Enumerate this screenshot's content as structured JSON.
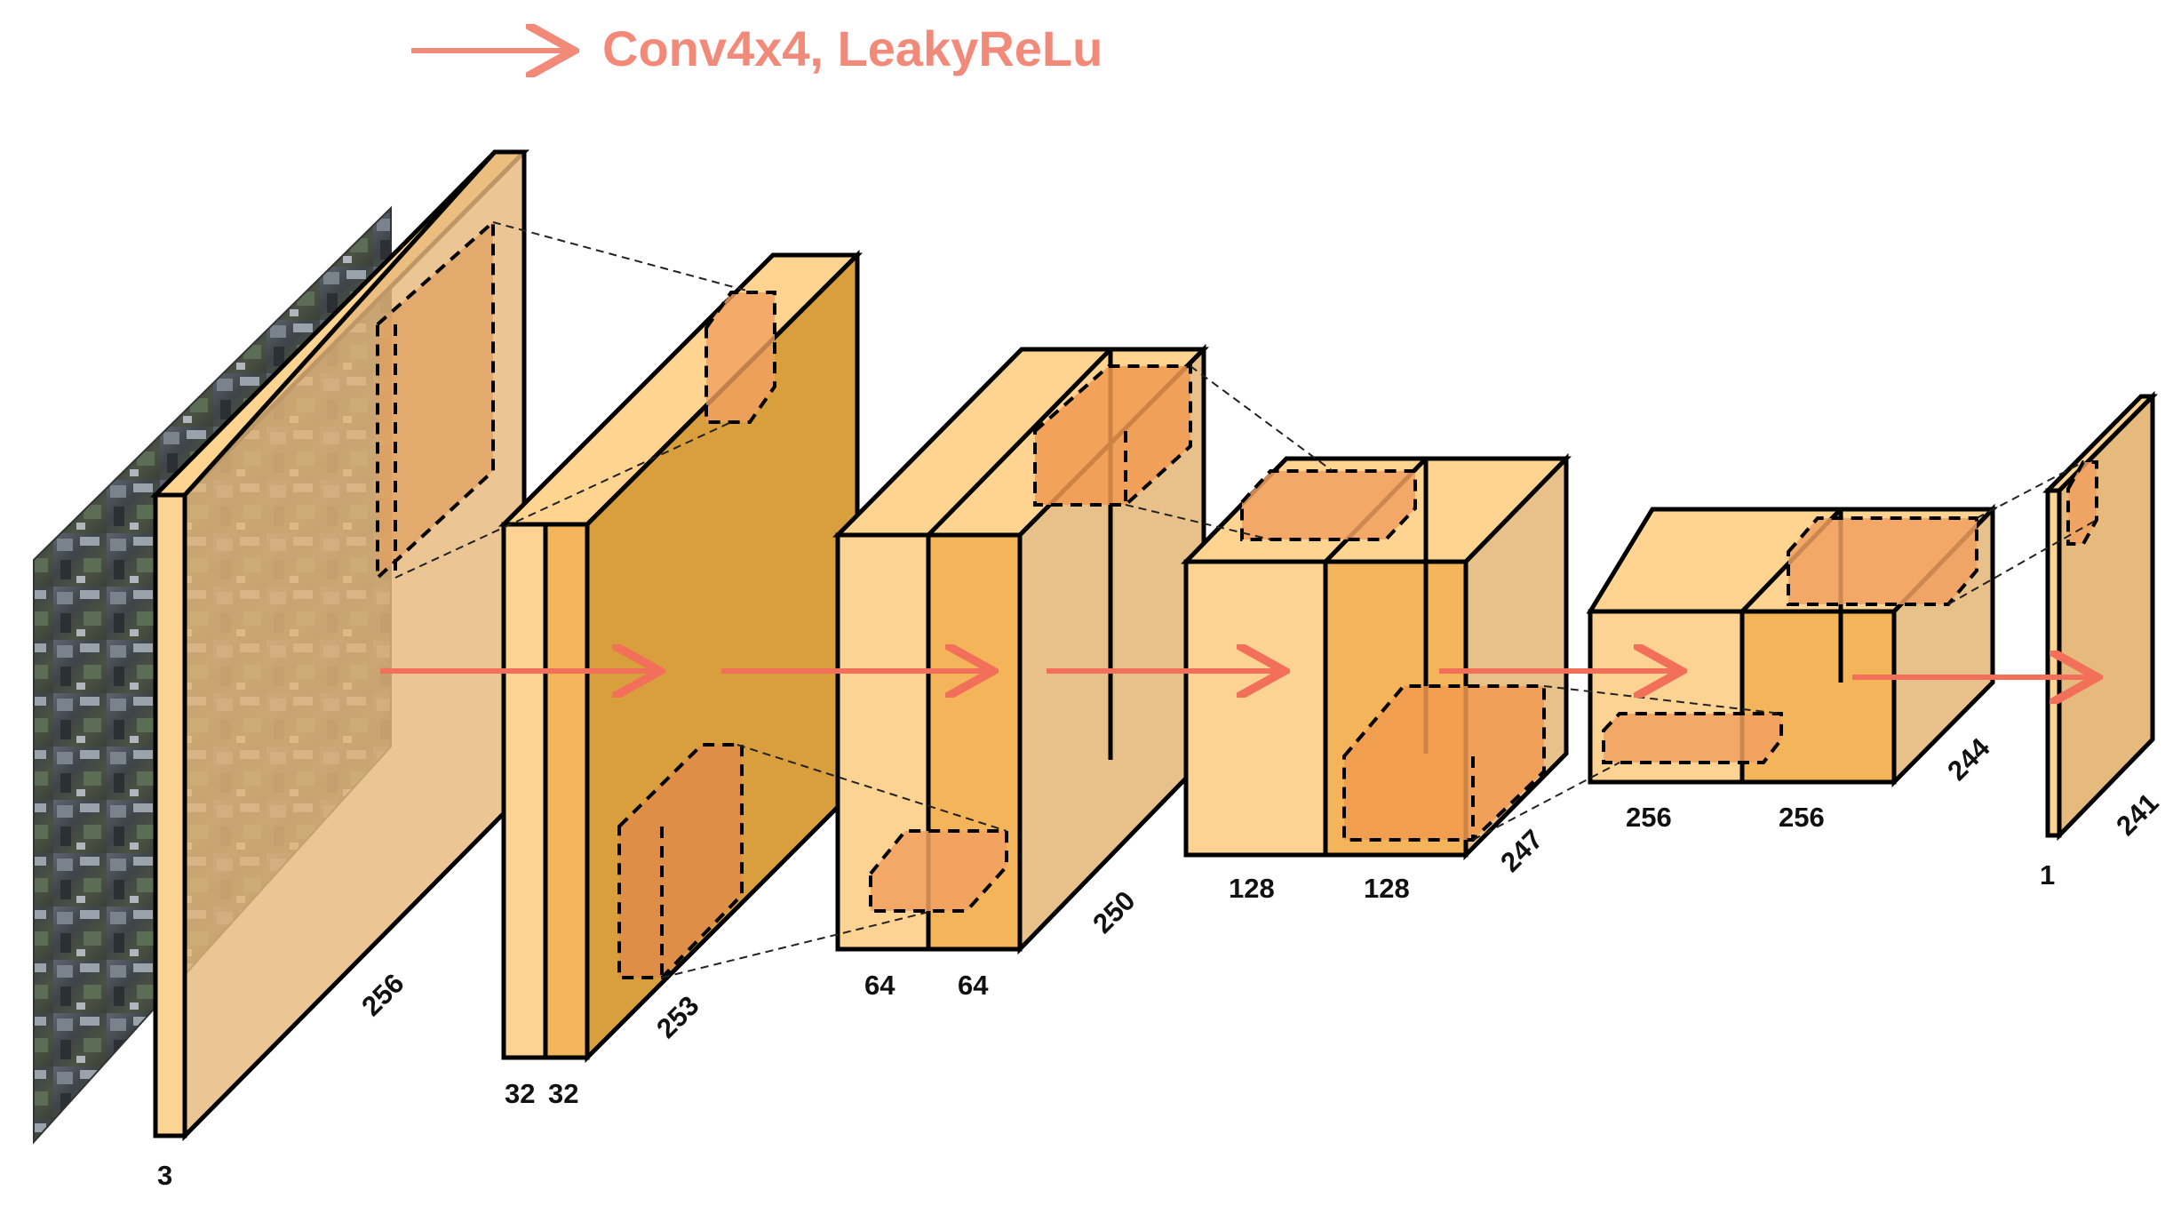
{
  "legend": {
    "text": "Conv4x4, LeakyReLu",
    "color": "#f28a7a"
  },
  "colors": {
    "face_light": "#fdd394",
    "face_mid": "#f4b459",
    "face_dark": "#e6b97c",
    "block_top": "#fed490",
    "block_side": "#e6b97c",
    "kernel": "#f1a060",
    "arrow": "#f2705a"
  },
  "layers": [
    {
      "channels": "3",
      "size": "256"
    },
    {
      "channels_a": "32",
      "channels_b": "32",
      "size": "253"
    },
    {
      "channels_a": "64",
      "channels_b": "64",
      "size": "250"
    },
    {
      "channels_a": "128",
      "channels_b": "128",
      "size": "247"
    },
    {
      "channels_a": "256",
      "channels_b": "256",
      "size": "244"
    },
    {
      "channels": "1",
      "size": "241"
    }
  ],
  "input_image": {
    "description_icon": "satellite-image"
  }
}
